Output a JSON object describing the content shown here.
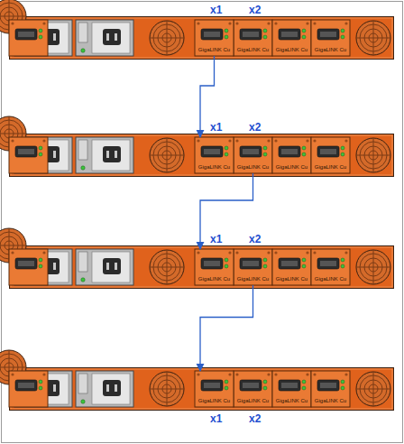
{
  "diagram": {
    "nodes": [
      {
        "text": [
          "x1",
          "GigaLINK Cu"
        ]
      },
      {
        "text": [
          "x2",
          "GigaLINK Cu"
        ]
      },
      {
        "text": [
          "GigaLINK Cu"
        ]
      },
      {
        "text": [
          "GigaLINK Cu"
        ]
      },
      {
        "text": [
          "x1",
          "GigaLINK Cu"
        ]
      },
      {
        "text": [
          "x2",
          "GigaLINK Cu"
        ]
      },
      {
        "text": [
          "GigaLINK Cu"
        ]
      },
      {
        "text": [
          "GigaLINK Cu"
        ]
      },
      {
        "text": [
          "x1",
          "GigaLINK Cu"
        ]
      },
      {
        "text": [
          "x2",
          "GigaLINK Cu"
        ]
      },
      {
        "text": [
          "GigaLINK Cu"
        ]
      },
      {
        "text": [
          "GigaLINK Cu"
        ]
      },
      {
        "text": [
          "x1",
          "GigaLINK Cu"
        ]
      },
      {
        "text": [
          "x2",
          "GigaLINK Cu"
        ]
      },
      {
        "text": [
          "GigaLINK Cu"
        ]
      },
      {
        "text": [
          "GigaLINK Cu"
        ]
      }
    ],
    "edges": [
      {
        "from": 0,
        "to": 4,
        "arrow": "to"
      },
      {
        "from": 5,
        "to": 8,
        "arrow": "to"
      },
      {
        "from": 9,
        "to": 12,
        "arrow": "to"
      }
    ]
  }
}
